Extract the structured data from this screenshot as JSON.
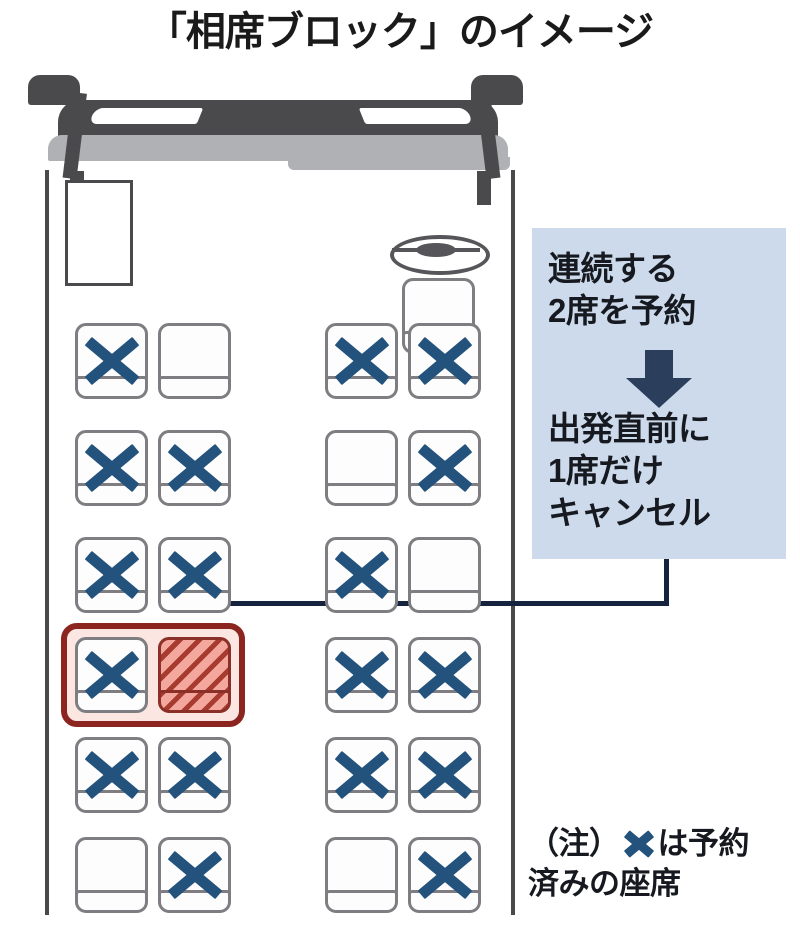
{
  "title": "「相席ブロック」のイメージ",
  "callout": {
    "line_top": "連続する\n2席を予約",
    "arrow_icon": "down-arrow-icon",
    "line_bottom": "出発直前に\n1席だけ\nキャンセル",
    "background_color": "#ccdaeb"
  },
  "legend": {
    "prefix": "（注）",
    "icon": "x-mark-icon",
    "suffix_line1": "は予約",
    "line2": "済みの座席"
  },
  "colors": {
    "x_mark": "#23527c",
    "seat_outline": "#7e7e82",
    "cabin_outline": "#4a4a4d",
    "highlight_border": "#8c2420",
    "highlight_fill": "#fbe6e1",
    "hatch_fill": "#f4a79c",
    "hatch_stripe": "#a83b30",
    "connector": "#16233e",
    "fuselage_dark": "#4a4a4d",
    "fuselage_light": "#b0b1b4"
  },
  "cabin": {
    "front_elements": [
      {
        "name": "galley-box"
      },
      {
        "name": "lavatory-oval"
      },
      {
        "name": "crew-seat"
      }
    ],
    "columns": 4,
    "aisle_after_column": 2,
    "rows": [
      {
        "row": 1,
        "seats": [
          "booked",
          "empty",
          "booked",
          "booked"
        ]
      },
      {
        "row": 2,
        "seats": [
          "booked",
          "booked",
          "empty",
          "booked"
        ]
      },
      {
        "row": 3,
        "seats": [
          "booked",
          "booked",
          "booked",
          "empty"
        ]
      },
      {
        "row": 4,
        "seats": [
          "booked",
          "cancelled",
          "booked",
          "booked"
        ],
        "highlight": true
      },
      {
        "row": 5,
        "seats": [
          "booked",
          "booked",
          "booked",
          "booked"
        ]
      },
      {
        "row": 6,
        "seats": [
          "empty",
          "booked",
          "empty",
          "booked"
        ]
      }
    ]
  }
}
